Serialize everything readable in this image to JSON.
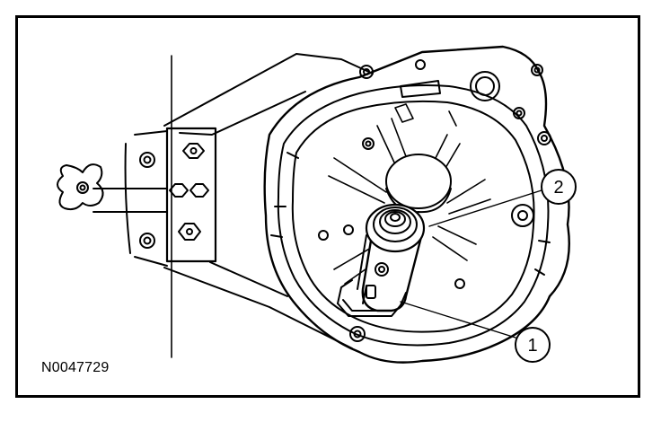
{
  "figure": {
    "id": "N0047729",
    "background": "#ffffff",
    "line_color": "#000000"
  },
  "callouts": [
    {
      "number": "1"
    },
    {
      "number": "2"
    }
  ]
}
